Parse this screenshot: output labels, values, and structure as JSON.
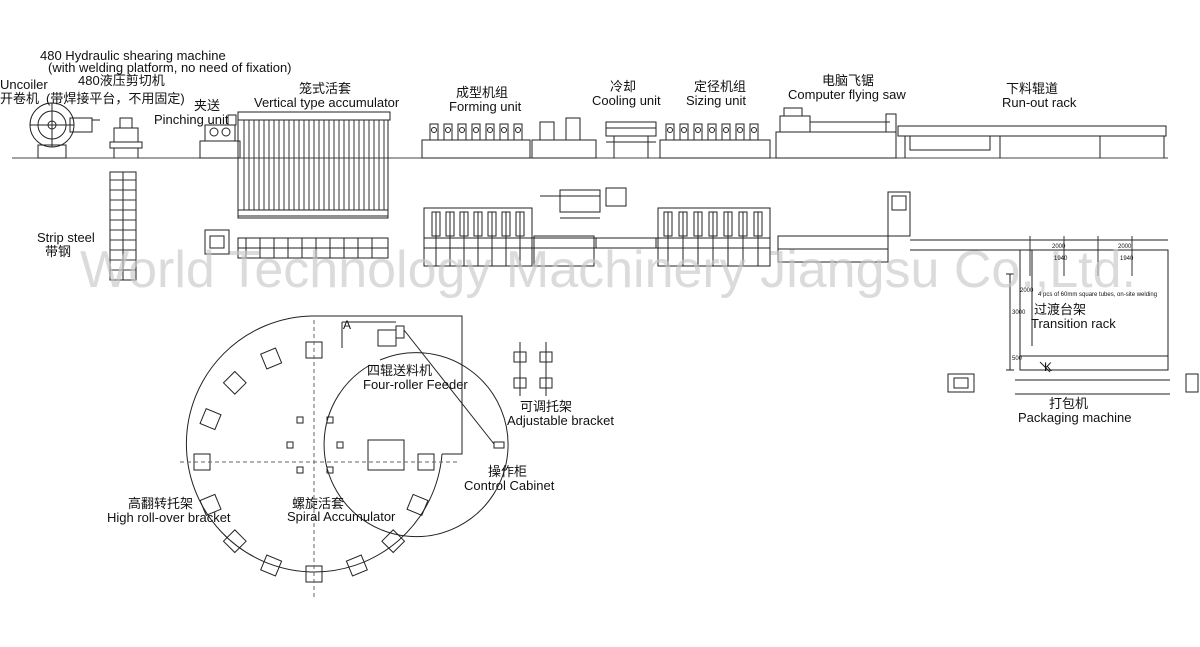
{
  "watermark": "World Technology Machinery Jiangsu Co.,Ltd.",
  "labels": {
    "shear_en": "480 Hydraulic shearing machine",
    "shear_en2": "(with welding platform, no need of fixation)",
    "shear_cn": "480液压剪切机",
    "uncoiler_en": "Uncoiler",
    "uncoiler_cn": "开卷机",
    "platform_cn": "(带焊接平台，不用固定)",
    "pinching_cn": "夹送",
    "pinching_en": "Pinching unit",
    "vert_acc_cn": "笼式活套",
    "vert_acc_en": "Vertical type accumulator",
    "forming_cn": "成型机组",
    "forming_en": "Forming unit",
    "cooling_cn": "冷却",
    "cooling_en": "Cooling unit",
    "sizing_cn": "定径机组",
    "sizing_en": "Sizing unit",
    "saw_cn": "电脑飞锯",
    "saw_en": "Computer flying saw",
    "runout_cn": "下料辊道",
    "runout_en": "Run-out rack",
    "strip_en": "Strip steel",
    "strip_cn": "带钢",
    "transition_cn": "过渡台架",
    "transition_en": "Transition rack",
    "packaging_cn": "打包机",
    "packaging_en": "Packaging machine",
    "feeder_cn": "四辊送料机",
    "feeder_en": "Four-roller Feeder",
    "bracket_cn": "可调托架",
    "bracket_en": "Adjustable bracket",
    "cabinet_cn": "操作柜",
    "cabinet_en": "Control Cabinet",
    "rollover_cn": "高翻转托架",
    "rollover_en": "High roll-over bracket",
    "spiral_cn": "螺旋活套",
    "spiral_en": "Spiral Accumulator",
    "section_a": "A",
    "section_k": "K"
  },
  "dimensions": {
    "d2000a": "2000",
    "d2000b": "2000",
    "d1940a": "1940",
    "d1940b": "1940",
    "d3000": "3000",
    "d2000v": "2000",
    "d500": "500",
    "note": "4 pcs of 60mm square tubes, on-site welding"
  }
}
